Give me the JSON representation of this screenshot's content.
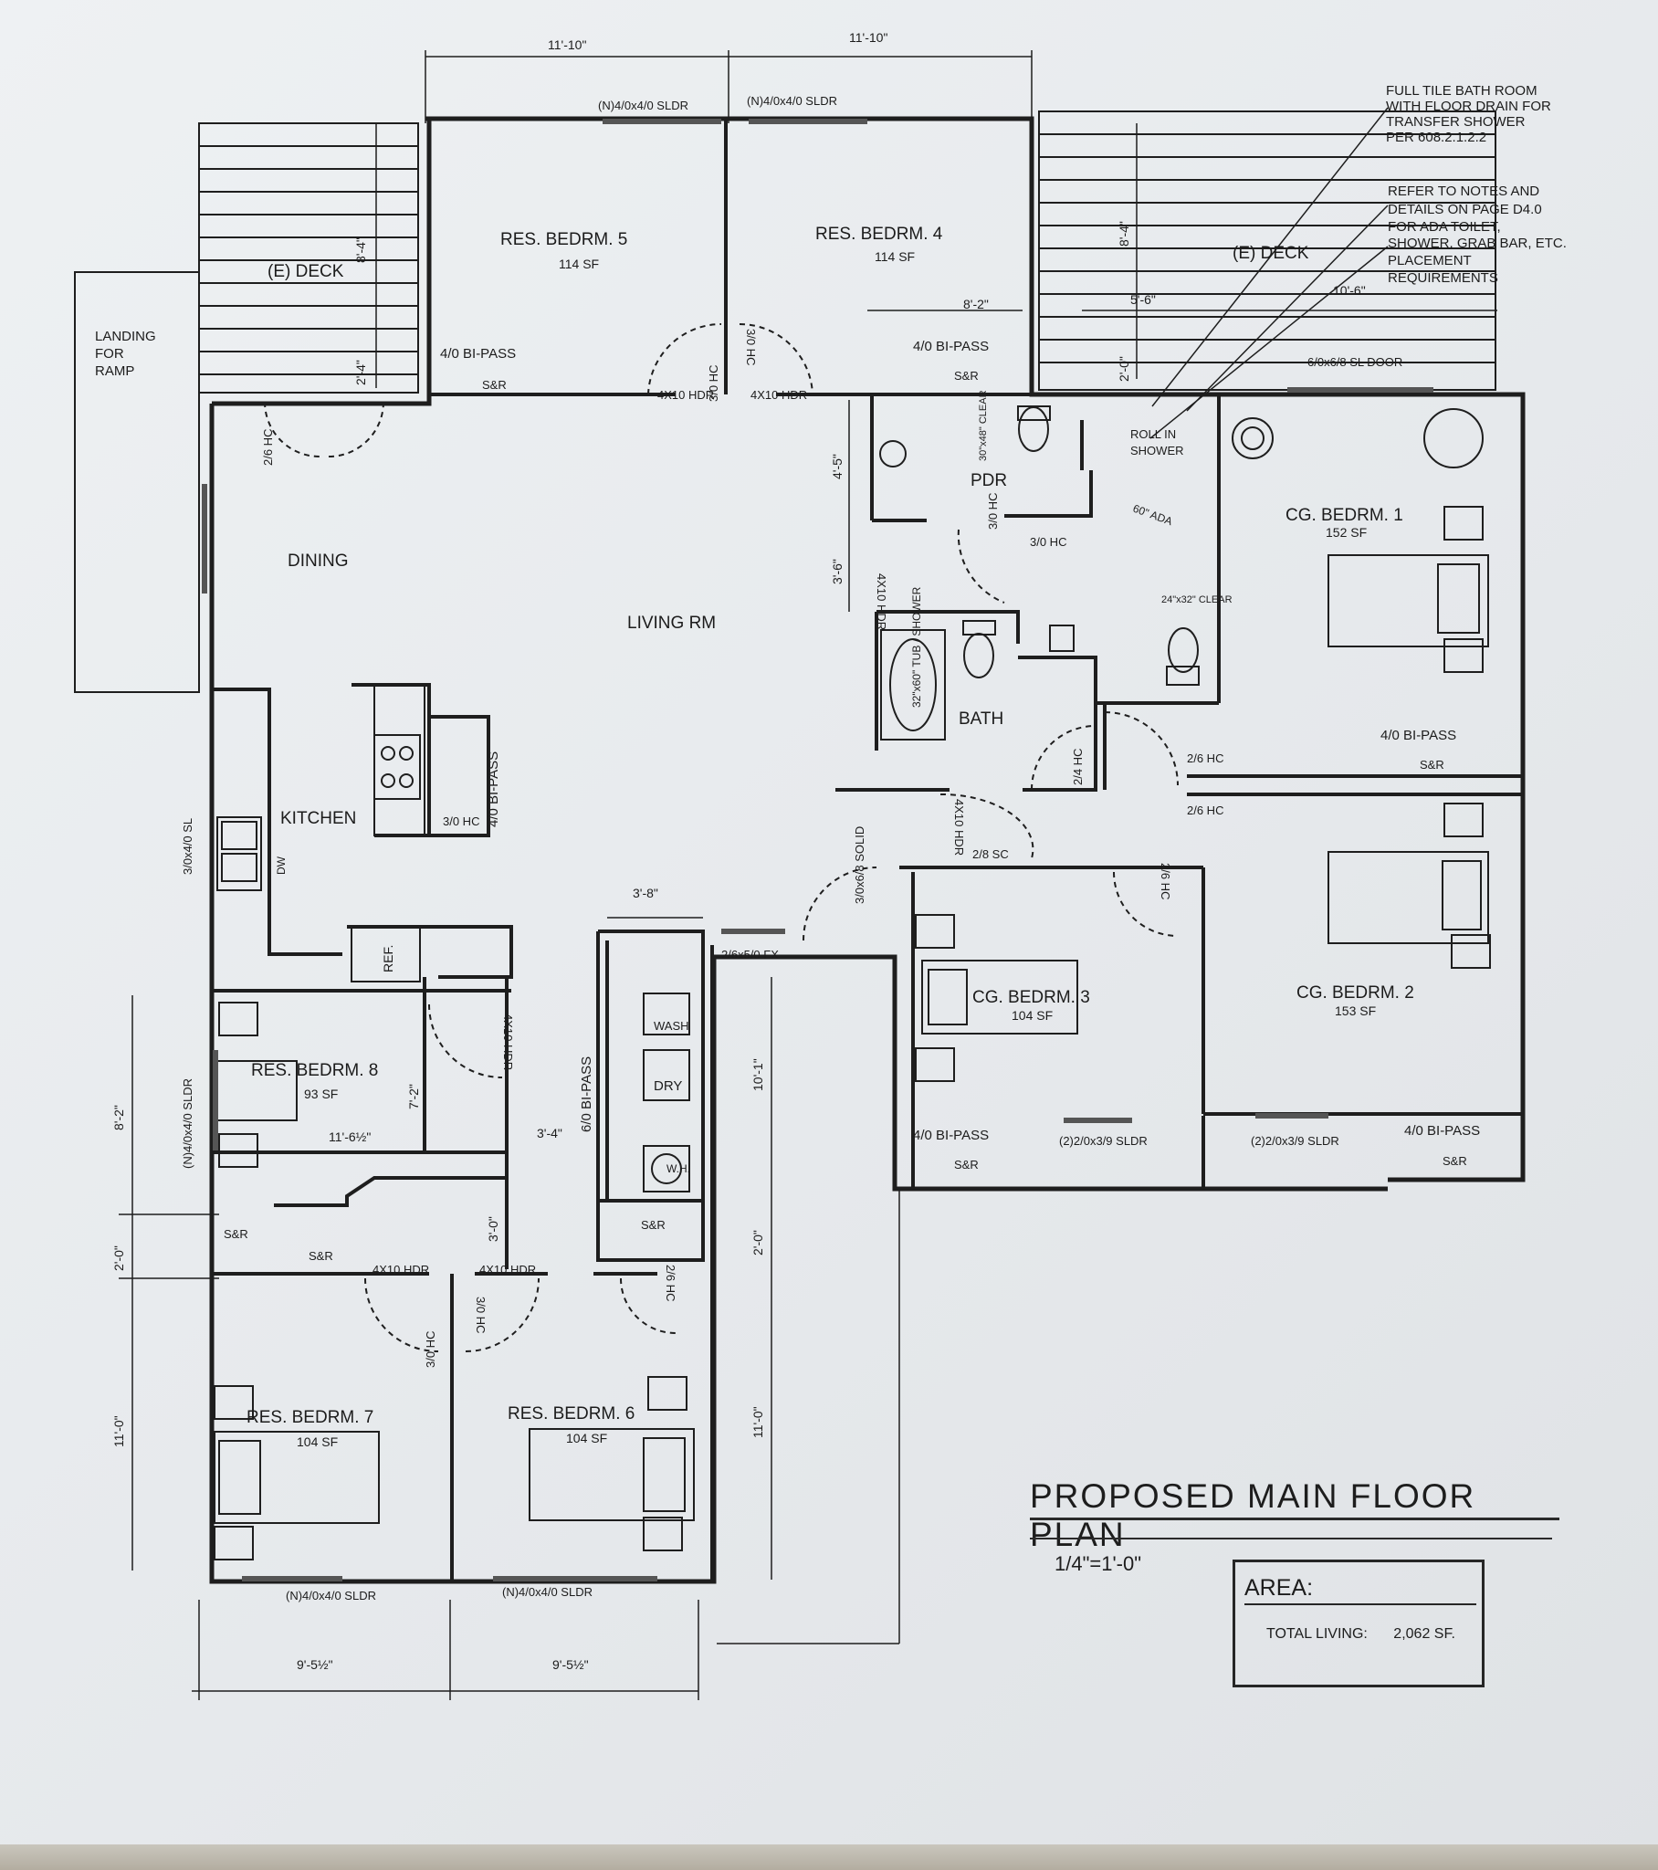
{
  "drawing": {
    "title": "PROPOSED MAIN FLOOR PLAN",
    "scale": "1/4\"=1'-0\"",
    "area": {
      "heading": "AREA:",
      "label": "TOTAL LIVING:",
      "value": "2,062 SF."
    }
  },
  "rooms": {
    "bedroom5": {
      "name": "RES. BEDRM. 5",
      "area": "114 SF"
    },
    "bedroom4": {
      "name": "RES. BEDRM. 4",
      "area": "114 SF"
    },
    "cg_bedroom1": {
      "name": "CG. BEDRM. 1",
      "area": "152 SF"
    },
    "cg_bedroom2": {
      "name": "CG. BEDRM. 2",
      "area": "153 SF"
    },
    "cg_bedroom3": {
      "name": "CG. BEDRM. 3",
      "area": "104 SF"
    },
    "bedroom8": {
      "name": "RES. BEDRM. 8",
      "area": "93 SF"
    },
    "bedroom7": {
      "name": "RES. BEDRM. 7",
      "area": "104 SF"
    },
    "bedroom6": {
      "name": "RES. BEDRM. 6",
      "area": "104 SF"
    },
    "dining": "DINING",
    "living": "LIVING RM",
    "kitchen": "KITCHEN",
    "bath": "BATH",
    "pdr": "PDR",
    "deck_left": "(E) DECK",
    "deck_right": "(E) DECK",
    "landing": [
      "LANDING",
      "FOR",
      "RAMP"
    ],
    "roll_in": [
      "ROLL IN",
      "SHOWER"
    ]
  },
  "notes": {
    "note1": [
      "FULL TILE BATH ROOM",
      "WITH FLOOR DRAIN FOR",
      "TRANSFER SHOWER",
      "PER 608.2.1.2.2"
    ],
    "note2": [
      "REFER TO NOTES AND",
      "DETAILS ON PAGE D4.0",
      "FOR ADA TOILET,",
      "SHOWER, GRAB BAR, ETC.",
      "PLACEMENT",
      "REQUIREMENTS"
    ]
  },
  "dimensions": {
    "top_left": "11'-10\"",
    "top_right": "11'-10\"",
    "deck_left_height": "8'-4\"",
    "deck_right_height": "8'-4\"",
    "deck_small_left": "2'-4\"",
    "deck_right_a": "5'-6\"",
    "deck_right_b": "10'-6\"",
    "deck_right_c": "2'-0\"",
    "bedrm4_width": "8'-2\"",
    "hall_a": "4'-5\"",
    "hall_b": "3'-6\"",
    "laundry_width": "3'-8\"",
    "bedrm8_width": "11'-6½\"",
    "bedrm8_height": "7'-2\"",
    "left_a": "8'-2\"",
    "left_b": "2'-0\"",
    "left_c": "11'-0\"",
    "hall_c": "3'-4\"",
    "hall_d": "3'-0\"",
    "right_a": "10'-1\"",
    "right_b": "2'-0\"",
    "right_c": "11'-0\"",
    "bottom_left": "9'-5½\"",
    "bottom_right": "9'-5½\""
  },
  "openings": {
    "sldr_top_left": "(N)4/0x4/0 SLDR",
    "sldr_top_right": "(N)4/0x4/0 SLDR",
    "sl_door": "6/0x6/8 SL DOOR",
    "bipass_b5": "4/0 BI-PASS",
    "bipass_b4": "4/0 BI-PASS",
    "bipass_b1": "4/0 BI-PASS",
    "bipass_b3": "4/0 BI-PASS",
    "bipass_b2": "4/0 BI-PASS",
    "bipass_kitchen": "4/0 BI-PASS",
    "bipass_laundry": "6/0 BI-PASS",
    "sr": "S&R",
    "hdr1": "4X10 HDR",
    "hdr2": "4X10 HDR",
    "hdr3": "4X10 HDR",
    "hdr4": "4X10 HDR",
    "hdr5": "4X10 HDR",
    "hdr6": "4X10 HDR",
    "hdr7": "4X10 HDR",
    "door_30hc": "3/0 HC",
    "door_26hc": "2/6 HC",
    "door_24hc": "2/4 HC",
    "door_28sc": "2/8 SC",
    "door_solid": "3/0x6/8 SOLID",
    "fx": "2/6x5/0 FX",
    "sldr_b3": "(2)2/0x3/9 SLDR",
    "sldr_b2": "(2)2/0x3/9 SLDR",
    "sldr_bottom_left": "(N)4/0x4/0 SLDR",
    "sldr_bottom_right": "(N)4/0x4/0 SLDR",
    "sldr_left": "(N)4/0x4/0 SLDR",
    "sl_kitchen": "3/0x4/0 SL"
  },
  "fixtures": {
    "ref": "REF.",
    "dw": "DW",
    "dry": "DRY",
    "wash": "WASH",
    "wh": "W.H.",
    "tub": "32\"x60\" TUB / SHOWER",
    "ada": "60\" ADA",
    "clear1": "30\"x48\" CLEAR",
    "clear2": "24\"x32\" CLEAR"
  },
  "colors": {
    "ink": "#1c1c1c",
    "paper": "#eceff2",
    "wall_fill": "#b9bcbf"
  }
}
